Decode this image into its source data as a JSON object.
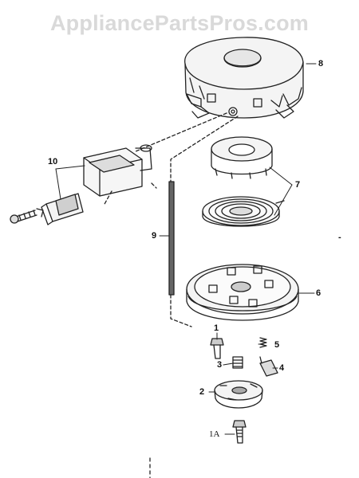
{
  "watermark": "AppliancePartsPros.com",
  "callouts": {
    "c1": "1",
    "c1a": "1A",
    "c2": "2",
    "c3": "3",
    "c4": "4",
    "c5": "5",
    "c6": "6",
    "c7": "7",
    "c8": "8",
    "c9": "9",
    "c10": "10"
  },
  "colors": {
    "line": "#222222",
    "watermark": "#d9d9d9"
  }
}
